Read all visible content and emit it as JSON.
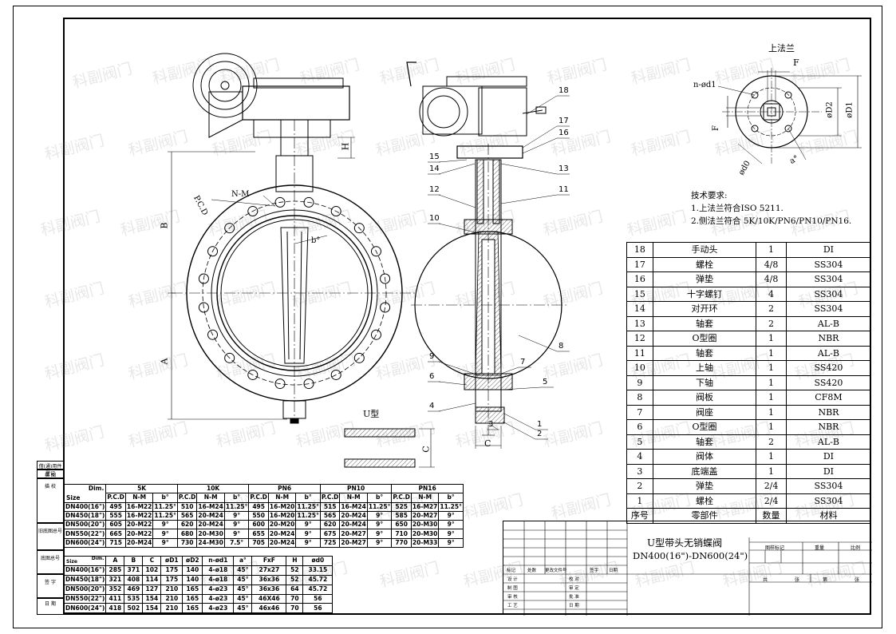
{
  "watermark": "科副阀门",
  "flange_view": {
    "title": "上法兰",
    "labels": {
      "F": "F",
      "n_d1": "n-ød1",
      "D2": "øD2",
      "D1": "øD1",
      "F2": "F",
      "d0": "ød0",
      "a": "a°"
    }
  },
  "front_view": {
    "labels": {
      "pcd": "P.C.D",
      "nm": "N-M",
      "b": "b°",
      "B": "B",
      "A": "A",
      "H": "H",
      "C": "C",
      "u_type": "U型"
    }
  },
  "side_view": {
    "callouts": [
      "18",
      "17",
      "16",
      "15",
      "14",
      "13",
      "12",
      "11",
      "10",
      "9",
      "8",
      "7",
      "6",
      "5",
      "4",
      "3",
      "2",
      "1"
    ],
    "C": "C"
  },
  "tech_requirements": {
    "heading": "技术要求:",
    "items": [
      "1.上法兰符合ISO 5211.",
      "2.侧法兰符合 5K/10K/PN6/PN10/PN16."
    ]
  },
  "parts": [
    [
      "18",
      "手动头",
      "1",
      "DI"
    ],
    [
      "17",
      "螺栓",
      "4/8",
      "SS304"
    ],
    [
      "16",
      "弹垫",
      "4/8",
      "SS304"
    ],
    [
      "15",
      "十字螺钉",
      "4",
      "SS304"
    ],
    [
      "14",
      "对开环",
      "2",
      "SS304"
    ],
    [
      "13",
      "轴套",
      "2",
      "AL-B"
    ],
    [
      "12",
      "O型圈",
      "1",
      "NBR"
    ],
    [
      "11",
      "轴套",
      "1",
      "AL-B"
    ],
    [
      "10",
      "上轴",
      "1",
      "SS420"
    ],
    [
      "9",
      "下轴",
      "1",
      "SS420"
    ],
    [
      "8",
      "阀板",
      "1",
      "CF8M"
    ],
    [
      "7",
      "阀座",
      "1",
      "NBR"
    ],
    [
      "6",
      "O型圈",
      "1",
      "NBR"
    ],
    [
      "5",
      "轴套",
      "2",
      "AL-B"
    ],
    [
      "4",
      "阀体",
      "1",
      "DI"
    ],
    [
      "3",
      "底端盖",
      "1",
      "DI"
    ],
    [
      "2",
      "弹垫",
      "2/4",
      "SS304"
    ],
    [
      "1",
      "螺栓",
      "2/4",
      "SS304"
    ]
  ],
  "parts_header": [
    "序号",
    "零部件",
    "数量",
    "材料"
  ],
  "dim_table": {
    "corner_top": "Dim.",
    "corner_bottom": "Size",
    "groups": [
      "5K",
      "10K",
      "PN6",
      "PN10",
      "PN16"
    ],
    "sub": [
      "P.C.D",
      "N-M",
      "b°"
    ],
    "rows": [
      [
        "DN400(16\")",
        "495",
        "16-M22",
        "11.25°",
        "510",
        "16-M24",
        "11.25°",
        "495",
        "16-M20",
        "11.25°",
        "515",
        "16-M24",
        "11.25°",
        "525",
        "16-M27",
        "11.25°"
      ],
      [
        "DN450(18\")",
        "555",
        "16-M22",
        "11.25°",
        "565",
        "20-M24",
        "9°",
        "550",
        "16-M20",
        "11.25°",
        "565",
        "20-M24",
        "9°",
        "585",
        "20-M27",
        "9°"
      ],
      [
        "DN500(20\")",
        "605",
        "20-M22",
        "9°",
        "620",
        "20-M24",
        "9°",
        "600",
        "20-M20",
        "9°",
        "620",
        "20-M24",
        "9°",
        "650",
        "20-M30",
        "9°"
      ],
      [
        "DN550(22\")",
        "665",
        "20-M22",
        "9°",
        "680",
        "20-M30",
        "9°",
        "655",
        "20-M24",
        "9°",
        "675",
        "20-M27",
        "9°",
        "710",
        "20-M30",
        "9°"
      ],
      [
        "DN600(24\")",
        "715",
        "20-M24",
        "9°",
        "730",
        "24-M30",
        "7.5°",
        "705",
        "20-M24",
        "9°",
        "725",
        "20-M27",
        "9°",
        "770",
        "20-M33",
        "9°"
      ]
    ]
  },
  "dim_table2": {
    "corner_top": "Dim.",
    "corner_bottom": "Size",
    "header": [
      "A",
      "B",
      "C",
      "øD1",
      "øD2",
      "n-ød1",
      "a°",
      "FxF",
      "H",
      "ød0"
    ],
    "rows": [
      [
        "DN400(16\")",
        "285",
        "371",
        "102",
        "175",
        "140",
        "4-ø18",
        "45°",
        "27x27",
        "52",
        "33.15"
      ],
      [
        "DN450(18\")",
        "321",
        "408",
        "114",
        "175",
        "140",
        "4-ø18",
        "45°",
        "36x36",
        "52",
        "45.72"
      ],
      [
        "DN500(20\")",
        "352",
        "469",
        "127",
        "210",
        "165",
        "4-ø23",
        "45°",
        "36x36",
        "64",
        "45.72"
      ],
      [
        "DN550(22\")",
        "411",
        "535",
        "154",
        "210",
        "165",
        "4-ø23",
        "45°",
        "46X46",
        "70",
        "56"
      ],
      [
        "DN600(24\")",
        "418",
        "502",
        "154",
        "210",
        "165",
        "4-ø23",
        "45°",
        "46x46",
        "70",
        "56"
      ]
    ]
  },
  "side_strip": [
    "借(通)用件登记",
    "描 图",
    "描 校",
    "旧底图总号",
    "底图总号",
    "签 字",
    "日 期"
  ],
  "title_block": {
    "name": "U型带头无销蝶阀",
    "model": "DN400(16\")-DN600(24\")",
    "rev_row": [
      "标记",
      "处数",
      "更改文件号",
      "签字",
      "日期"
    ],
    "roles_left": [
      "设 计",
      "制 图",
      "审 核",
      "工 艺"
    ],
    "roles_right": [
      "校 对",
      "审 定",
      "批 准",
      "日 期"
    ],
    "right_hdr": [
      "图样标记",
      "重量",
      "比例"
    ],
    "sheet": [
      "共",
      "张",
      "第",
      "张"
    ]
  }
}
